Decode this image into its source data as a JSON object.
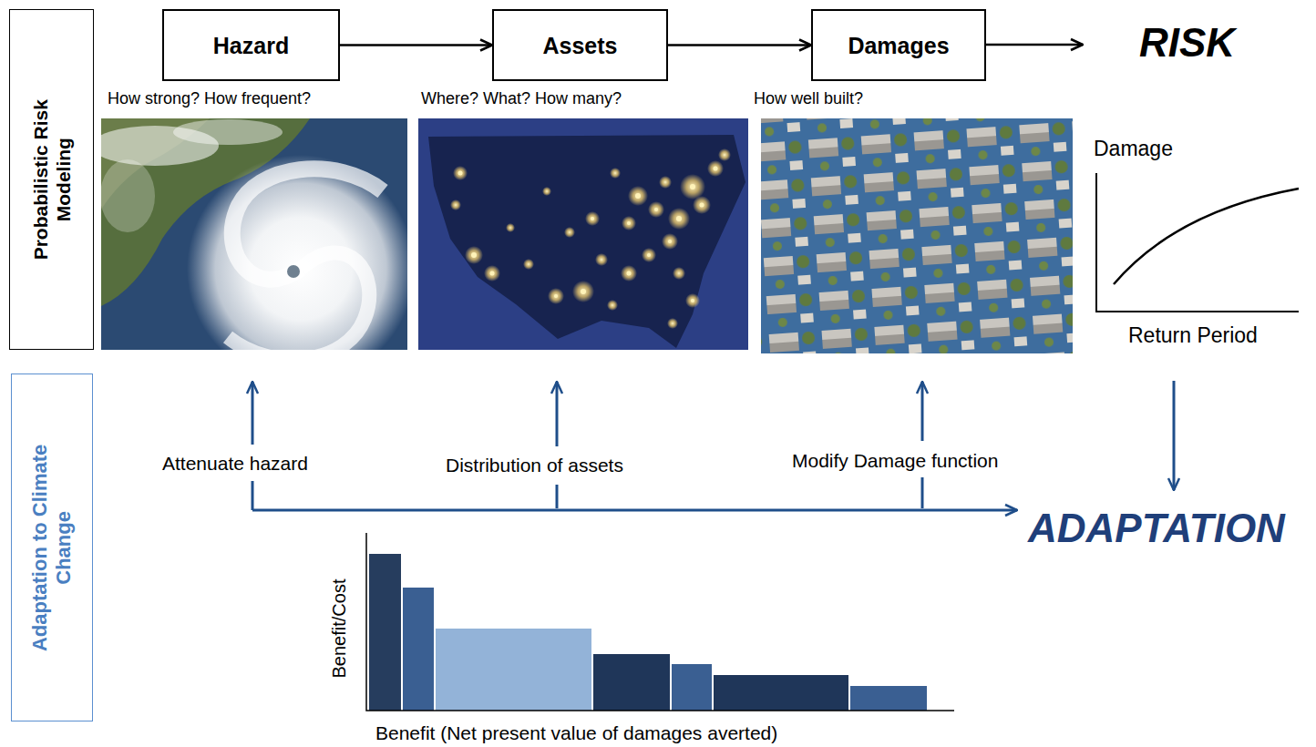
{
  "diagram": {
    "nodes": [
      {
        "text": [
          "Probabilistic Risk Modeling"
        ]
      },
      {
        "text": [
          "Hazard"
        ]
      },
      {
        "text": [
          "Assets"
        ]
      },
      {
        "text": [
          "Damages"
        ]
      },
      {
        "text": [
          "Adaptation to Climate Change"
        ]
      }
    ],
    "edges": [
      {
        "from": 1,
        "to": 2,
        "arrow": "to"
      },
      {
        "from": 2,
        "to": 3,
        "arrow": "to"
      }
    ],
    "labels": [
      "How strong? How frequent?",
      "Where? What? How many?",
      "How well built?",
      "RISK",
      "Damage",
      "Return Period",
      "Attenuate hazard",
      "Distribution of assets",
      "Modify Damage function",
      "ADAPTATION",
      "Benefit/Cost",
      "Benefit (Net present value of damages averted)"
    ]
  }
}
